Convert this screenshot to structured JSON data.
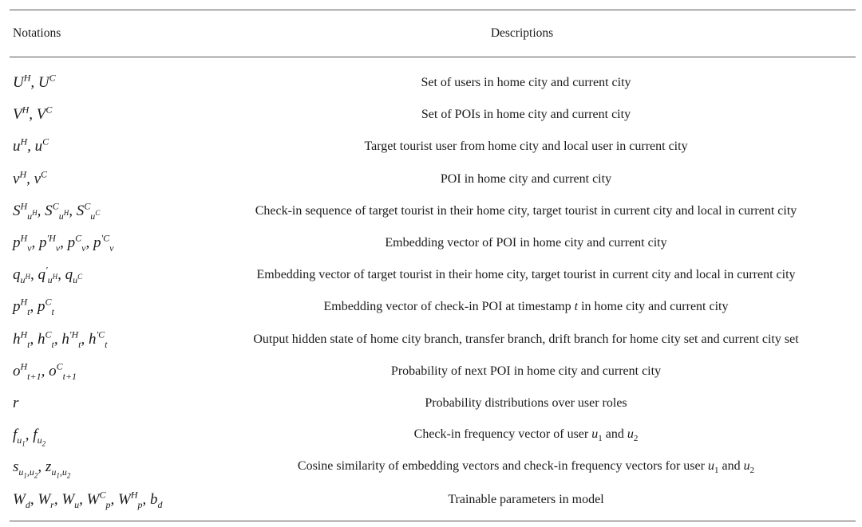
{
  "header": {
    "notations": "Notations",
    "descriptions": "Descriptions"
  },
  "rows": [
    {
      "desc": "Set of users in home city and current city"
    },
    {
      "desc": "Set of POIs in home city and current city"
    },
    {
      "desc": "Target tourist user from home city and local user in current city"
    },
    {
      "desc": "POI in home city and current city"
    },
    {
      "desc": "Check-in sequence of target tourist in their home city, target tourist in current city and local in current city"
    },
    {
      "desc": "Embedding vector of POI in home city and current city"
    },
    {
      "desc": "Embedding vector of target tourist in their home city, target tourist in current city and local in current city"
    },
    {
      "desc_pre": "Embedding vector of check-in POI at timestamp ",
      "desc_var": "t",
      "desc_post": " in home city and current city"
    },
    {
      "desc": "Output hidden state of home city branch, transfer branch, drift branch for home city set and current city set"
    },
    {
      "desc": "Probability of next POI in home city and current city"
    },
    {
      "desc": "Probability distributions over user roles"
    },
    {
      "desc_pre": "Check-in frequency vector of user ",
      "desc_mid": " and "
    },
    {
      "desc_pre": "Cosine similarity of embedding vectors and check-in frequency vectors for user ",
      "desc_mid": " and "
    },
    {
      "desc": "Trainable parameters in model"
    }
  ]
}
